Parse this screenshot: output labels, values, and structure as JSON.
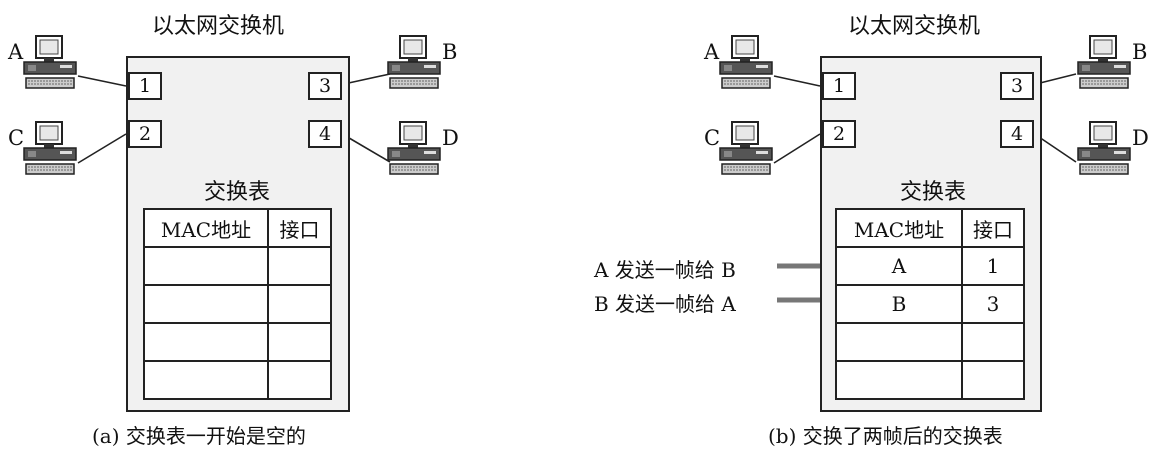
{
  "panel_a": {
    "title": "以太网交换机",
    "table_title": "交换表",
    "headers": [
      "MAC地址",
      "接口"
    ],
    "rows": [
      [
        "",
        ""
      ],
      [
        "",
        ""
      ],
      [
        "",
        ""
      ],
      [
        "",
        ""
      ]
    ],
    "caption": "(a) 交换表一开始是空的"
  },
  "panel_b": {
    "title": "以太网交换机",
    "table_title": "交换表",
    "headers": [
      "MAC地址",
      "接口"
    ],
    "rows": [
      [
        "A",
        "1"
      ],
      [
        "B",
        "3"
      ],
      [
        "",
        ""
      ],
      [
        "",
        ""
      ]
    ],
    "caption": "(b) 交换了两帧后的交换表",
    "events": [
      "A 发送一帧给 B",
      "B 发送一帧给 A"
    ]
  },
  "hosts": [
    "A",
    "B",
    "C",
    "D"
  ],
  "ports": [
    "1",
    "2",
    "3",
    "4"
  ],
  "icons": {
    "host": "desktop-computer-icon",
    "event_arrow": "arrow-right-icon"
  }
}
